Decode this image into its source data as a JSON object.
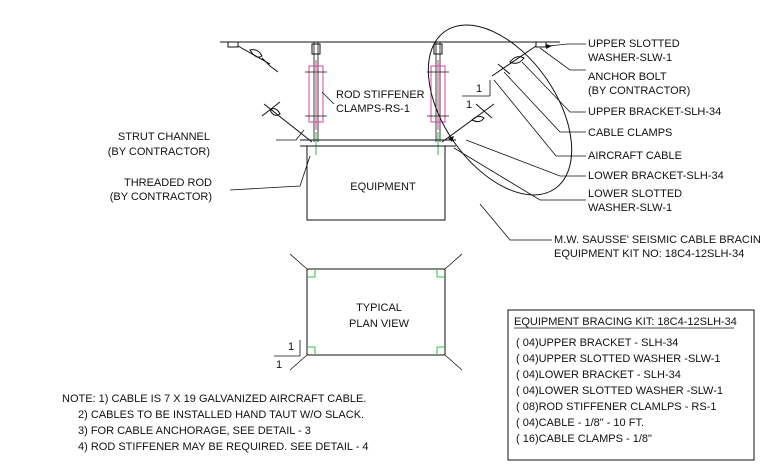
{
  "callouts": {
    "upper_slotted_washer": [
      "UPPER SLOTTED",
      "WASHER-SLW-1"
    ],
    "anchor_bolt": [
      "ANCHOR BOLT",
      "(BY CONTRACTOR)"
    ],
    "upper_bracket": "UPPER BRACKET-SLH-34",
    "cable_clamps": "CABLE CLAMPS",
    "aircraft_cable": "AIRCRAFT CABLE",
    "lower_bracket": "LOWER BRACKET-SLH-34",
    "lower_slotted_washer": [
      "LOWER SLOTTED",
      "WASHER-SLW-1"
    ],
    "kit_title": [
      "M.W. SAUSSE' SEISMIC CABLE BRACING",
      "EQUIPMENT KIT NO: 18C4-12SLH-34"
    ],
    "rod_stiffener": [
      "ROD STIFFENER",
      "CLAMPS-RS-1"
    ],
    "strut_channel": [
      "STRUT CHANNEL",
      "(BY CONTRACTOR)"
    ],
    "threaded_rod": [
      "THREADED ROD",
      "(BY CONTRACTOR)"
    ],
    "equipment": "EQUIPMENT",
    "plan_view": [
      "TYPICAL",
      "PLAN VIEW"
    ],
    "slope_marker": "1"
  },
  "notes": [
    "NOTE: 1) CABLE IS 7 X 19 GALVANIZED AIRCRAFT CABLE.",
    "2) CABLES TO BE INSTALLED HAND TAUT W/O SLACK.",
    "3) FOR CABLE ANCHORAGE, SEE DETAIL - 3",
    "4) ROD STIFFENER MAY BE REQUIRED. SEE DETAIL - 4"
  ],
  "kit_box": {
    "title": "EQUIPMENT BRACING KIT: 18C4-12SLH-34",
    "items": [
      "( 04)UPPER BRACKET - SLH-34",
      "( 04)UPPER SLOTTED WASHER -SLW-1",
      "( 04)LOWER BRACKET - SLH-34",
      "( 04)LOWER SLOTTED WASHER -SLW-1",
      "( 08)ROD STIFFENER CLAMLPS - RS-1",
      "( 04)CABLE - 1/8\" - 10 FT.",
      "( 16)CABLE CLAMPS - 1/8\""
    ]
  },
  "colors": {
    "line": "#111111",
    "green": "#2bbf3f",
    "pink": "#d04a9a"
  }
}
